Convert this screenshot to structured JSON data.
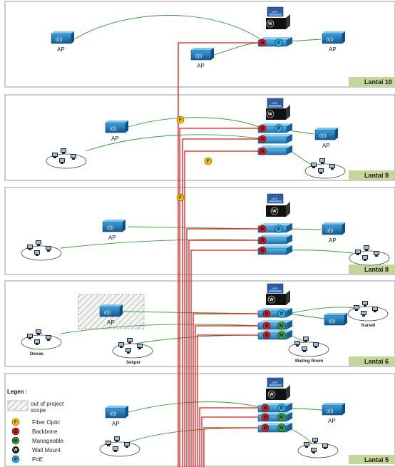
{
  "floors": [
    {
      "label": "Lantai 10"
    },
    {
      "label": "Lantai 9"
    },
    {
      "label": "Lantai 8"
    },
    {
      "label": "Lantai 6"
    },
    {
      "label": "Lantai 5"
    }
  ],
  "ap_label": "AP",
  "ap_icon_text": "((|))",
  "ups_text": "UPS",
  "badges": {
    "fiber": "F",
    "backbone": "B",
    "manageable": "M",
    "wall": "W",
    "poe": "P"
  },
  "places": {
    "dewas": "Dewas",
    "sekper": "Sekper",
    "mailing": "Mailing Room",
    "kanwil": "Kanwil"
  },
  "legend": {
    "title": "Legen :",
    "scope_line1": "out of project",
    "scope_line2": "scope",
    "fiber": "Fiber Optic",
    "backbone": "Backbone",
    "manageable": "Manageable",
    "wall": "Wall Mount",
    "poe": "PoE"
  },
  "colors": {
    "fiber": "#f2c000",
    "backbone": "#d81f1f",
    "manageable": "#3c9a3c",
    "wall": "#111111",
    "poe": "#2aa7e0",
    "floor_tag": "#c5d69b",
    "cable": "#e21b1b",
    "wireless": "#3a9a3a"
  }
}
